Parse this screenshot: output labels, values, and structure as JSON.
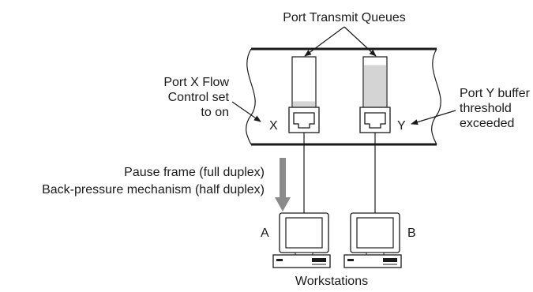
{
  "labels": {
    "transmit_queues": "Port Transmit Queues",
    "port_x_note": [
      "Port X Flow",
      "Control set",
      "to on"
    ],
    "port_y_note": [
      "Port Y buffer",
      "threshold",
      "exceeded"
    ],
    "port_x": "X",
    "port_y": "Y",
    "pause_line1": "Pause frame (full duplex)",
    "pause_line2": "Back-pressure mechanism (half duplex)",
    "workstation_a": "A",
    "workstation_b": "B",
    "workstations": "Workstations"
  },
  "queues": {
    "port_x_fill_fraction": 0.12,
    "port_y_fill_fraction": 0.85
  },
  "colors": {
    "line": "#1a1a1a",
    "queue_fill": "#d4d4d4",
    "arrow_fill": "#8a8a8a"
  }
}
